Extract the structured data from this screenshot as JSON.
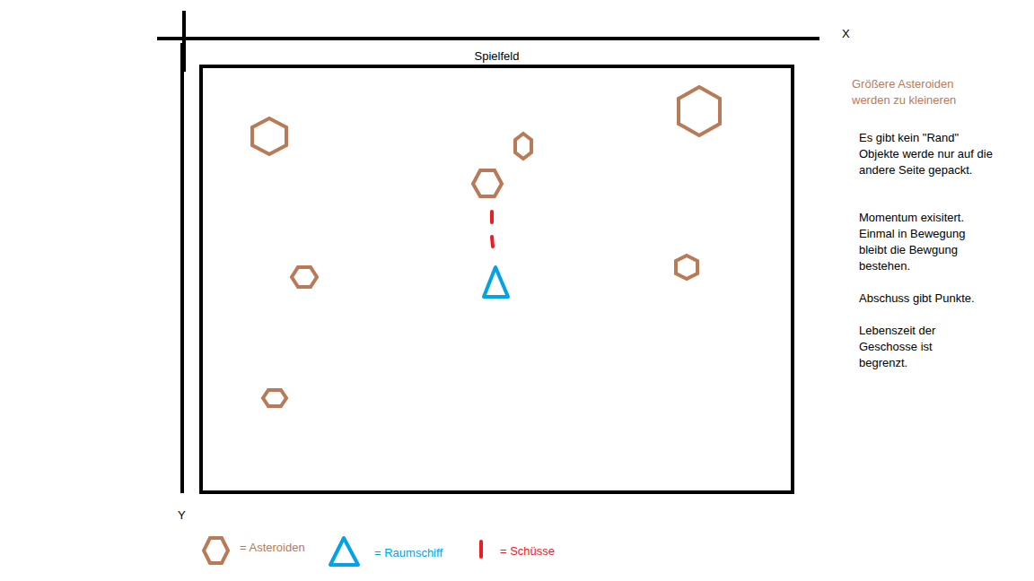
{
  "diagram": {
    "nodes": [
      {
        "text": [
          "Spielfeld"
        ]
      }
    ],
    "labels": [
      "X",
      "Y",
      "Größere Asteroiden werden zu kleineren",
      "Es gibt kein \"Rand\" Objekte werde nur auf die andere Seite gepackt.",
      "Momentum exisitert. Einmal in Bewegung bleibt die Bewgung bestehen.",
      "Abschuss gibt Punkte.",
      "Lebenszeit der Geschosse ist begrenzt."
    ],
    "legend": [
      {
        "text": "= Asteroiden"
      },
      {
        "text": "= Raumschiff"
      },
      {
        "text": "= Schüsse"
      }
    ]
  }
}
